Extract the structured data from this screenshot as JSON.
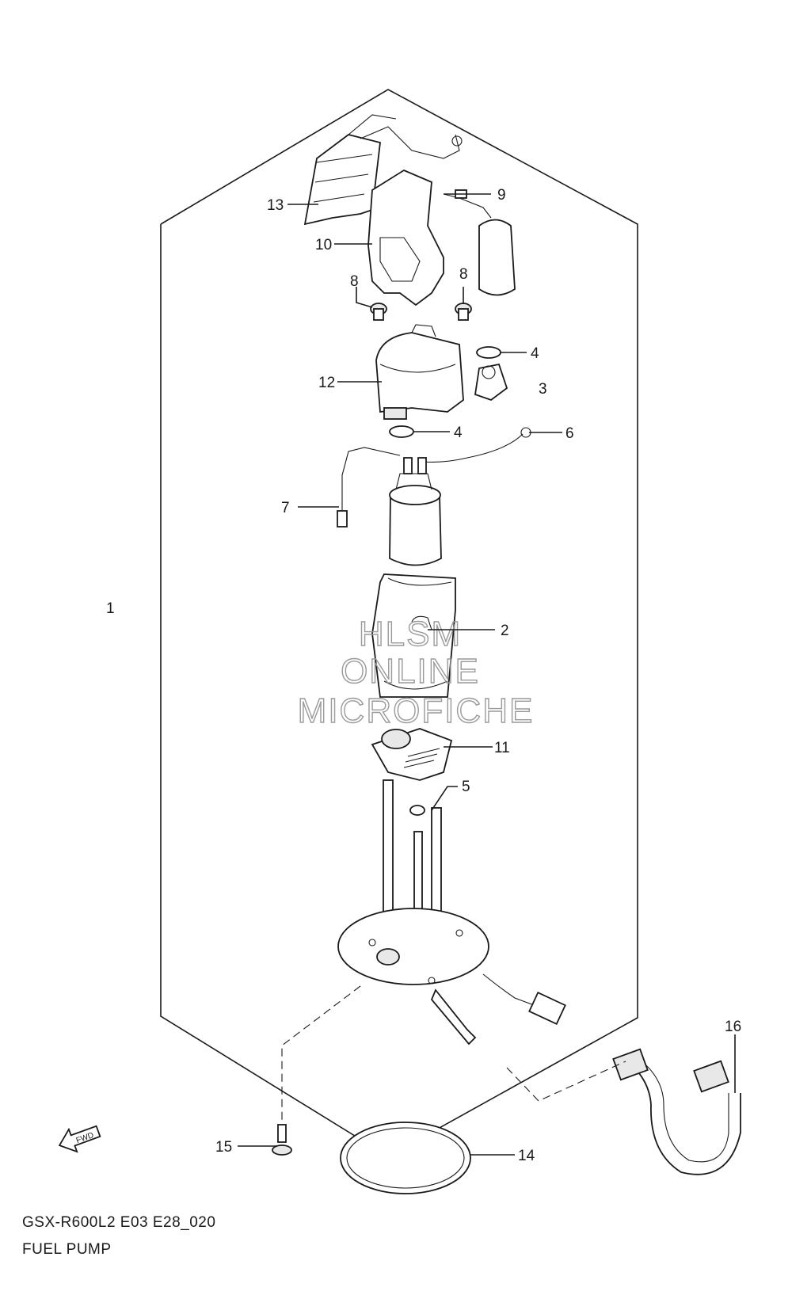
{
  "diagram": {
    "code": "GSX-R600L2 E03 E28_020",
    "title": "FUEL PUMP",
    "watermark": [
      "HLSM",
      "ONLINE",
      "MICROFICHE"
    ],
    "direction_label": "FWD",
    "callouts": {
      "c1": "1",
      "c2": "2",
      "c3": "3",
      "c4a": "4",
      "c4b": "4",
      "c5": "5",
      "c6": "6",
      "c7": "7",
      "c8a": "8",
      "c8b": "8",
      "c9": "9",
      "c10": "10",
      "c11": "11",
      "c12": "12",
      "c13": "13",
      "c14": "14",
      "c15": "15",
      "c16": "16"
    }
  }
}
